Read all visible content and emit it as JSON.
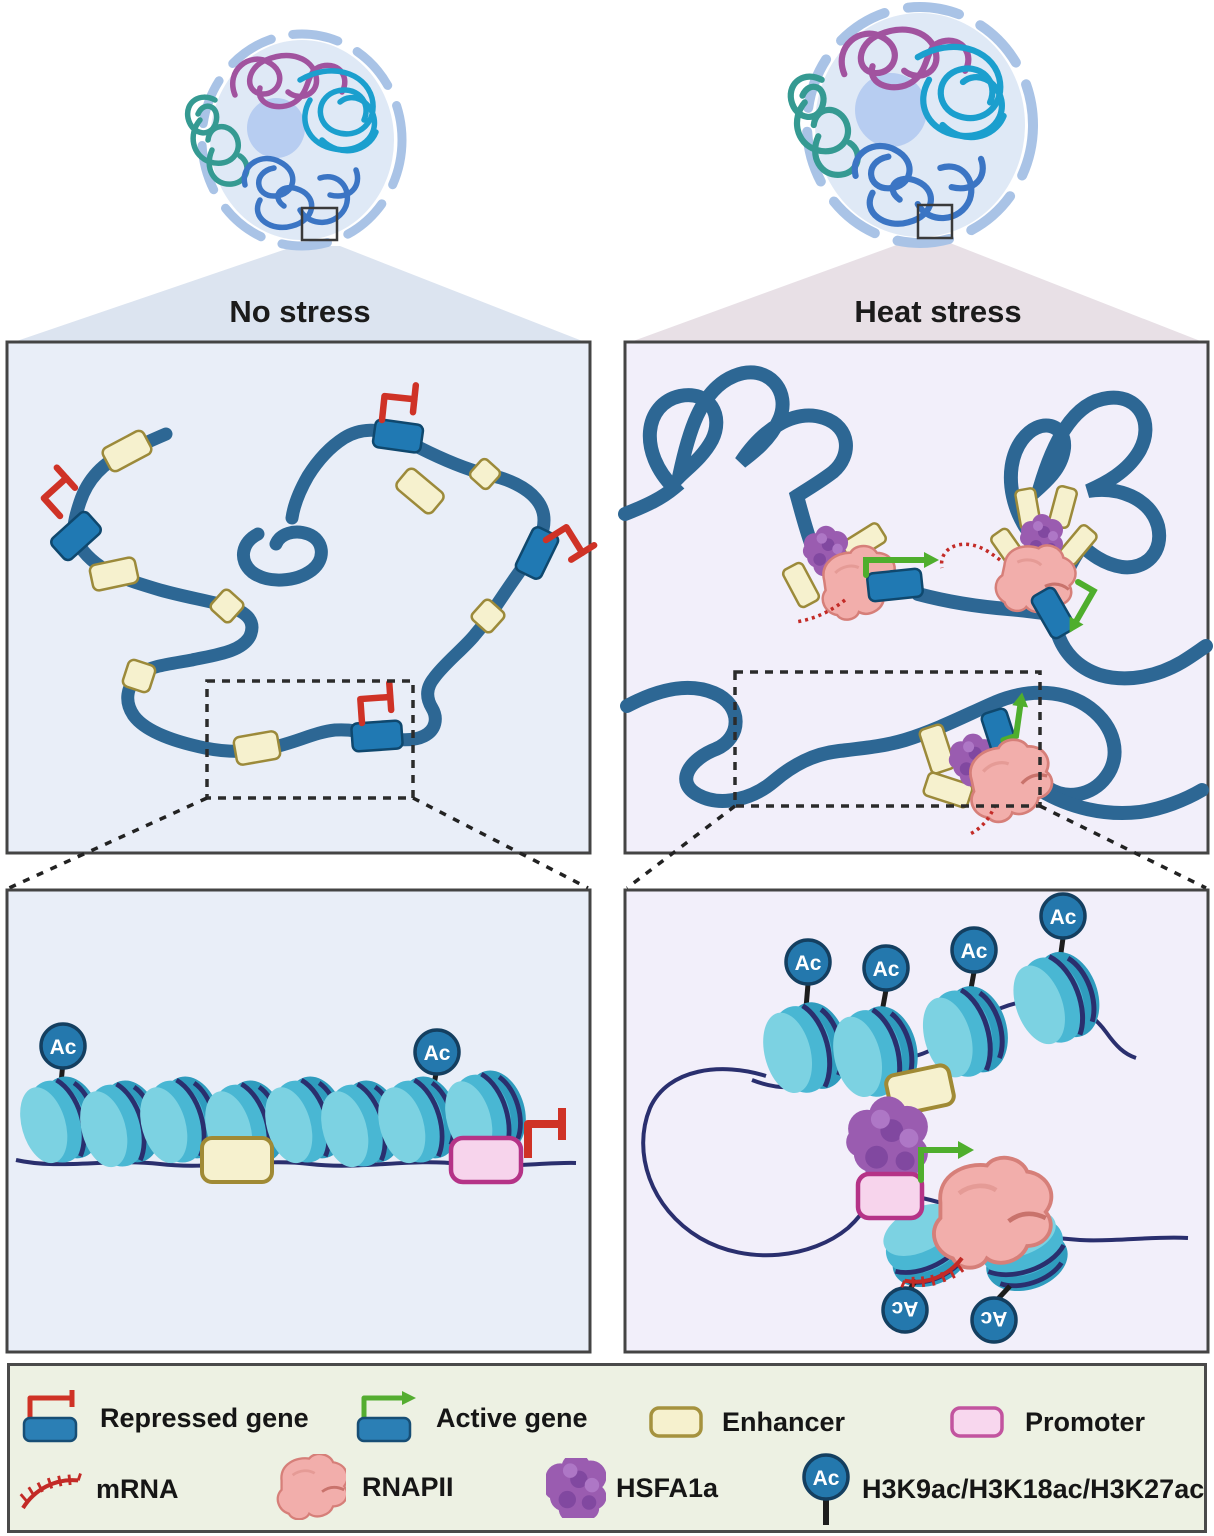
{
  "labels": {
    "no_stress": "No stress",
    "heat_stress": "Heat stress",
    "ac": "Ac"
  },
  "legend": {
    "items": [
      {
        "label": "Repressed gene"
      },
      {
        "label": "Active gene"
      },
      {
        "label": "Enhancer"
      },
      {
        "label": "Promoter"
      },
      {
        "label": "mRNA"
      },
      {
        "label": "RNAPII"
      },
      {
        "label": "HSFA1a"
      },
      {
        "label": "H3K9ac/H3K18ac/H3K27ac"
      }
    ]
  },
  "colors": {
    "repressed_red": "#cf3226",
    "active_green": "#4fae2d",
    "gene_blue": "#2079b3",
    "enhancer_cream": "#f6f1ce",
    "enhancer_border": "#9c8a3a",
    "promoter_pink": "#f7d4ec",
    "promoter_border": "#b53387",
    "hsfa1a_purple": "#9a5cb0",
    "rnapii_pink": "#f2aeab",
    "ac_blue": "#2478ad",
    "chromatin_blue": "#2d6794",
    "dna_navy": "#2a2f6e",
    "nucleosome_teal": "#49b7d3",
    "panel_left_bg": "#e9eef8",
    "panel_right_bg": "#f2effa",
    "legend_bg": "#edf1e3"
  }
}
